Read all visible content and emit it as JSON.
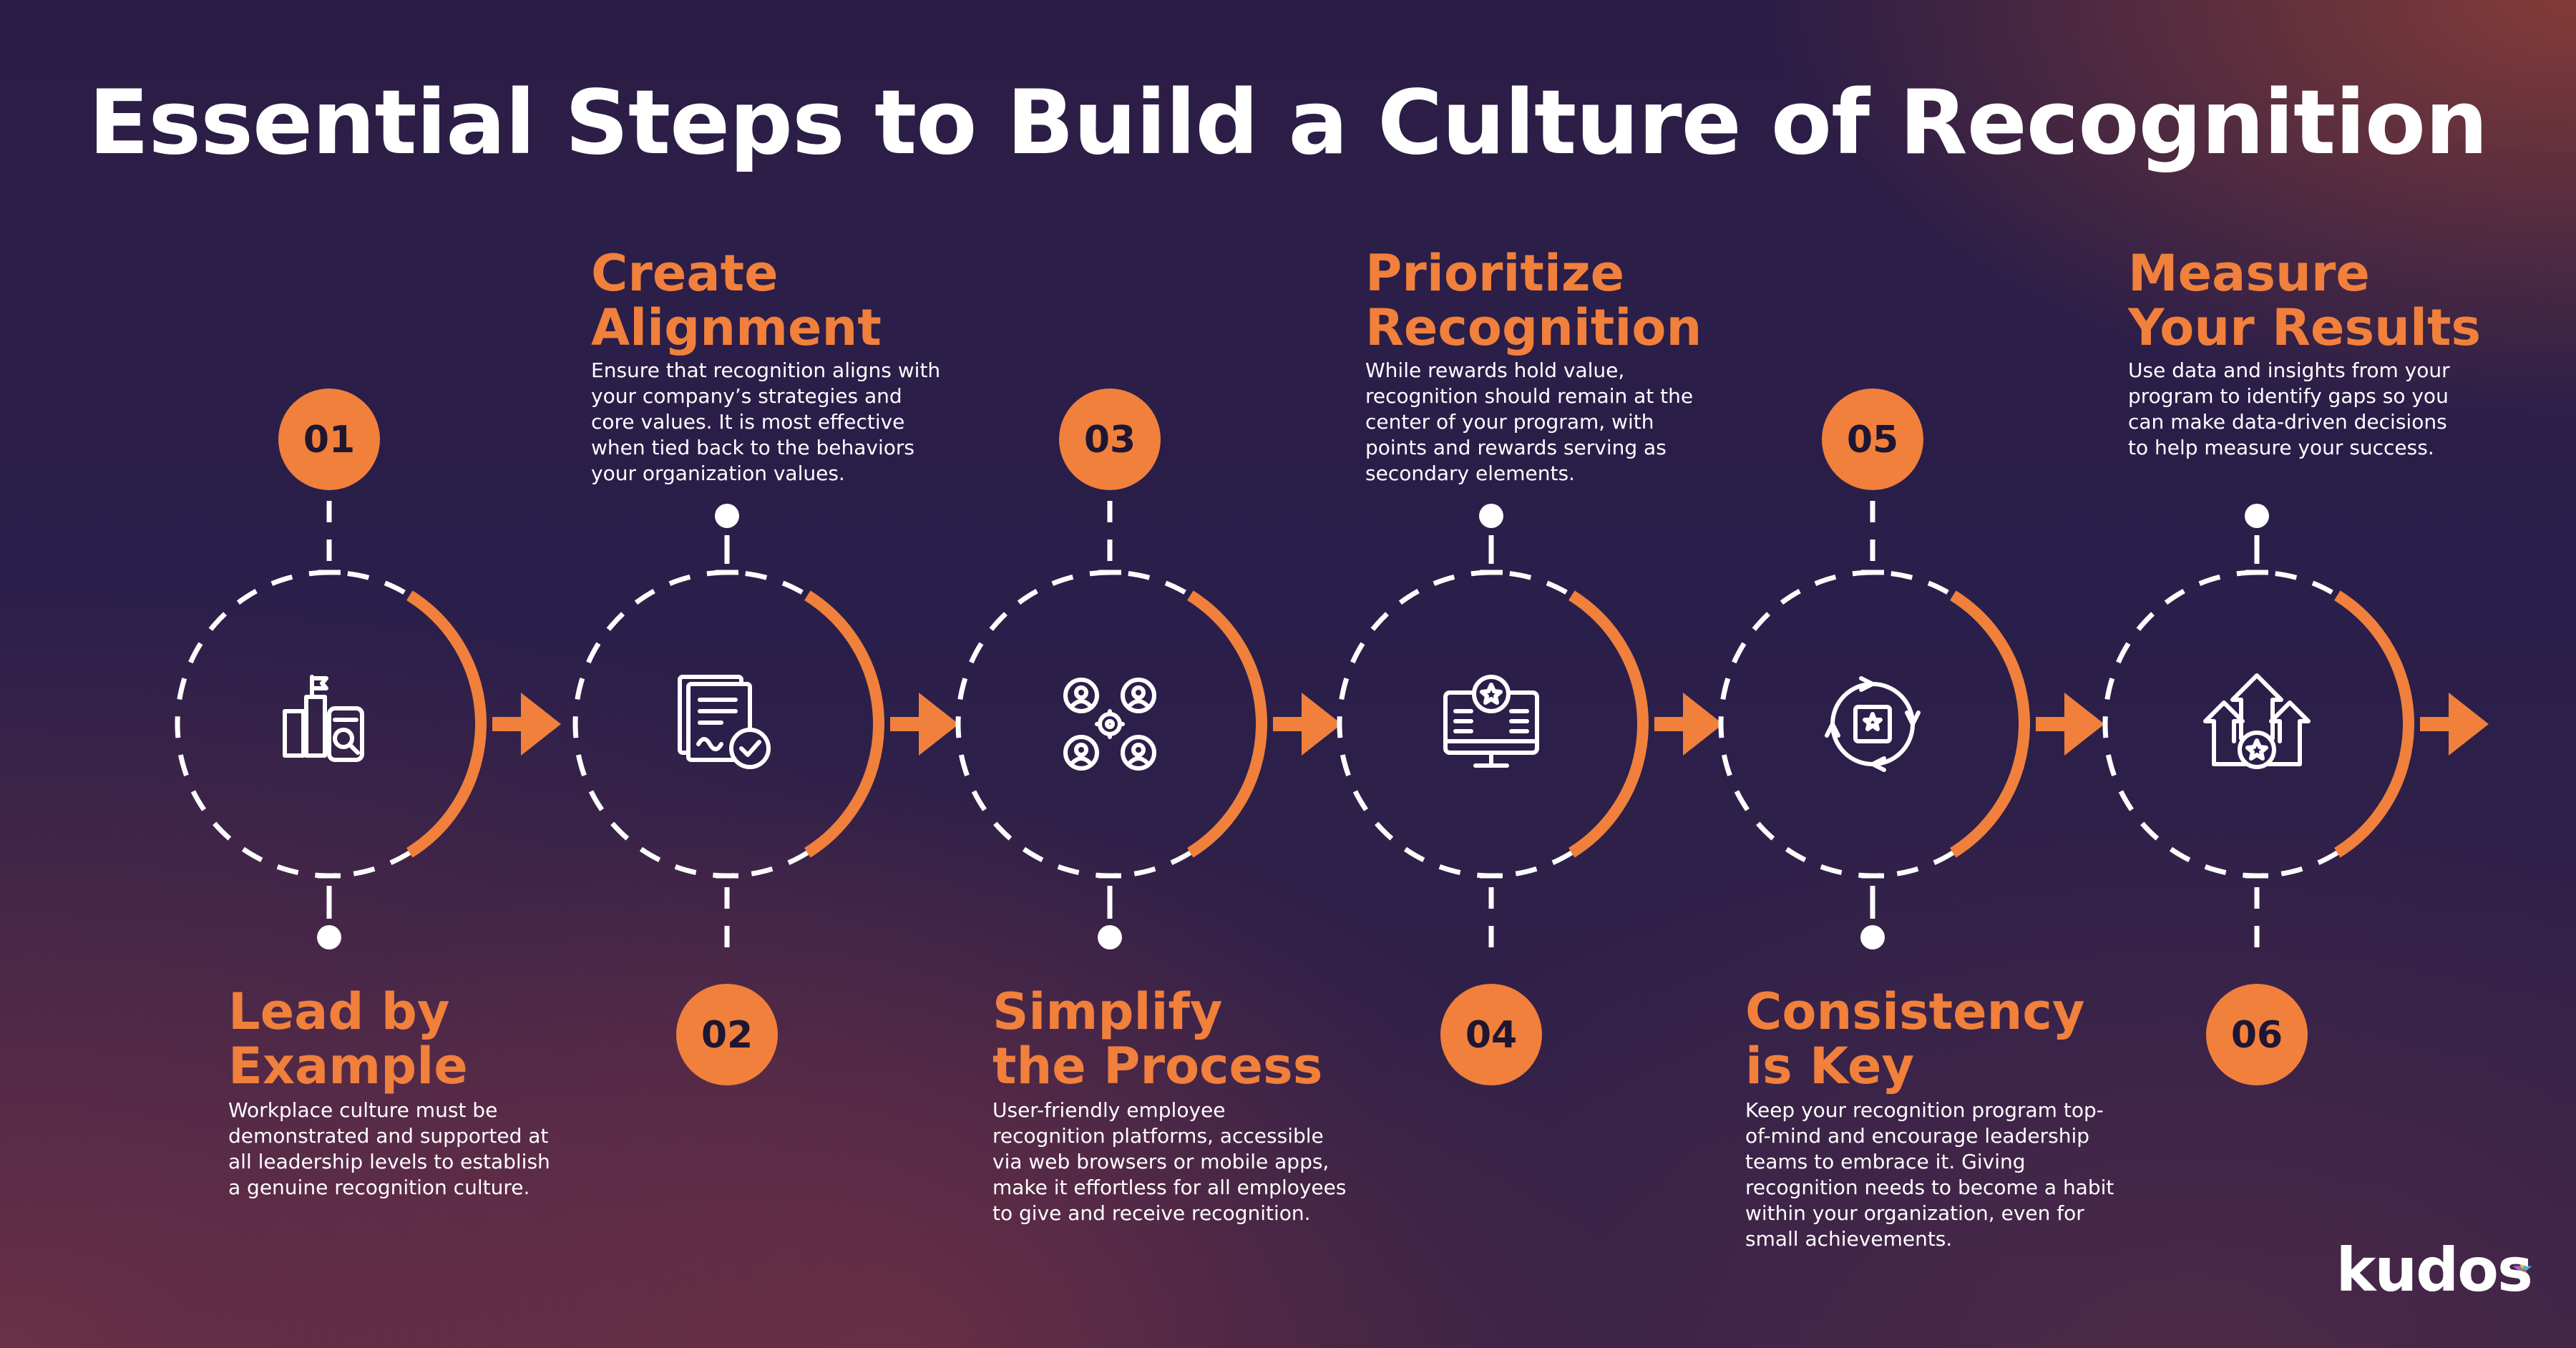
{
  "title": "Essential Steps to Build a Culture of Recognition",
  "colors": {
    "accent": "#f0803c",
    "text": "#ffffff",
    "background": "#2c1d46"
  },
  "steps": [
    {
      "number": "01",
      "title_line1": "Lead by",
      "title_line2": "Example",
      "description": [
        "Workplace culture must be",
        "demonstrated and supported at",
        "all leadership levels to establish",
        "a genuine recognition culture."
      ],
      "icon": "bar-chart-search-icon"
    },
    {
      "number": "02",
      "title_line1": "Create",
      "title_line2": "Alignment",
      "description": [
        "Ensure that recognition aligns with",
        "your company’s strategies and",
        "core values. It is most effective",
        "when tied back to the behaviors",
        "your organization values."
      ],
      "icon": "document-check-icon"
    },
    {
      "number": "03",
      "title_line1": "Simplify",
      "title_line2": "the Process",
      "description": [
        "User-friendly employee",
        "recognition platforms, accessible",
        "via web browsers or mobile apps,",
        "make it effortless for all employees",
        "to give and receive recognition."
      ],
      "icon": "team-network-icon"
    },
    {
      "number": "04",
      "title_line1": "Prioritize",
      "title_line2": "Recognition",
      "description": [
        "While rewards hold value,",
        "recognition should remain at the",
        "center of your program, with",
        "points and rewards serving as",
        "secondary elements."
      ],
      "icon": "monitor-star-icon"
    },
    {
      "number": "05",
      "title_line1": "Consistency",
      "title_line2": "is Key",
      "description": [
        "Keep your recognition program top-",
        "of-mind and encourage leadership",
        "teams to embrace it. Giving",
        "recognition needs to become a habit",
        "within your organization, even for",
        "small achievements."
      ],
      "icon": "cycle-star-icon"
    },
    {
      "number": "06",
      "title_line1": "Measure",
      "title_line2": "Your Results",
      "description": [
        "Use data and insights from your",
        "program to identify gaps so you",
        "can make data-driven decisions",
        "to help measure your success."
      ],
      "icon": "growth-arrows-star-icon"
    }
  ],
  "logo": {
    "text": "kudos",
    "mark": "star-icon"
  }
}
